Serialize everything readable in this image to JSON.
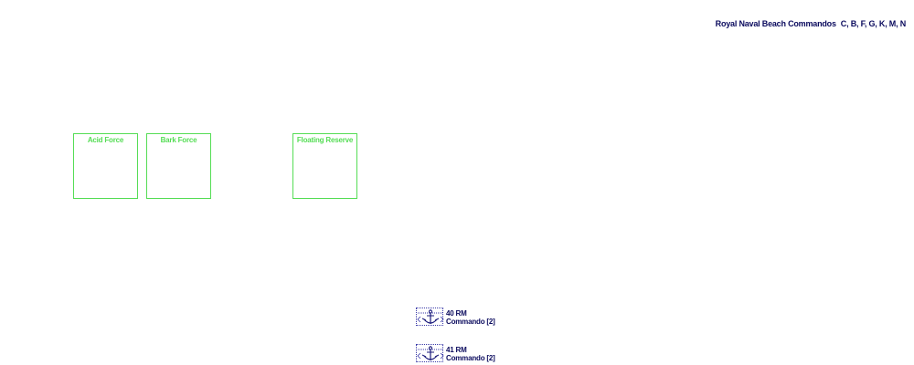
{
  "header_note": {
    "label": "Royal Naval Beach Commandos",
    "units": "C, B, F, G, K, M, N"
  },
  "forces": [
    {
      "label": "Acid Force"
    },
    {
      "label": "Bark Force"
    },
    {
      "label": "Floating Reserve"
    }
  ],
  "units": [
    {
      "line1": "40 RM",
      "line2": "Commando [2]",
      "icon": "anchor-icon"
    },
    {
      "line1": "41 RM",
      "line2": "Commando [2]",
      "icon": "anchor-icon"
    }
  ],
  "colors": {
    "force_border": "#55dd55",
    "text_navy": "#0b0b5e",
    "symbol_blue": "#3a3aa8"
  }
}
